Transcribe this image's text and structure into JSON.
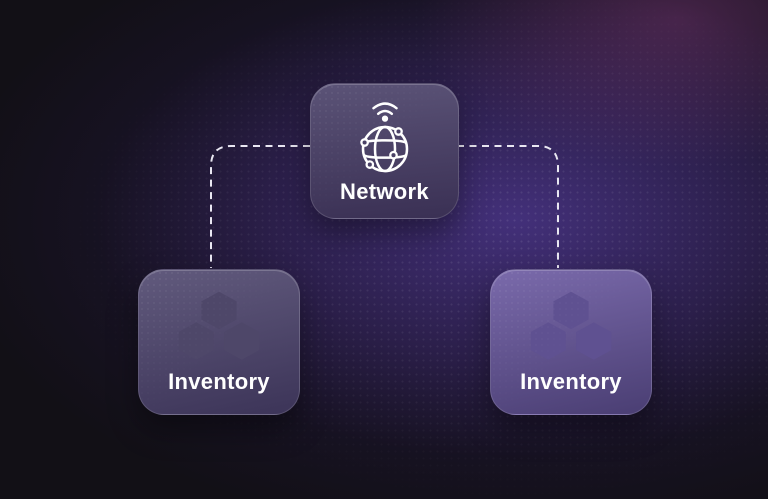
{
  "diagram": {
    "type": "topology",
    "nodes": [
      {
        "id": "network",
        "label": "Network",
        "icon": "globe-network-icon"
      },
      {
        "id": "inventory-left",
        "label": "Inventory",
        "icon": "boxes-icon"
      },
      {
        "id": "inventory-right",
        "label": "Inventory",
        "icon": "boxes-icon"
      }
    ],
    "edges": [
      {
        "from": "network",
        "to": "inventory-left",
        "style": "dashed"
      },
      {
        "from": "network",
        "to": "inventory-right",
        "style": "dashed"
      }
    ]
  },
  "colors": {
    "background_center": "#43307a",
    "background_edge": "#121016",
    "background_glow_magenta": "#8a3d7e",
    "card_network_top": "#5b5377",
    "card_network_mid": "#4a4166",
    "card_network_bottom": "#3a3054",
    "card_inventory_left_top": "#615a7d",
    "card_inventory_left_mid": "#4e4769",
    "card_inventory_left_bottom": "#3c3458",
    "card_inventory_right_top": "#7a6aab",
    "card_inventory_right_mid": "#5f5191",
    "card_inventory_right_bottom": "#4a3e73",
    "connector": "#e9e7f2",
    "label_text": "#ffffff",
    "icon_stroke": "#ffffff"
  }
}
